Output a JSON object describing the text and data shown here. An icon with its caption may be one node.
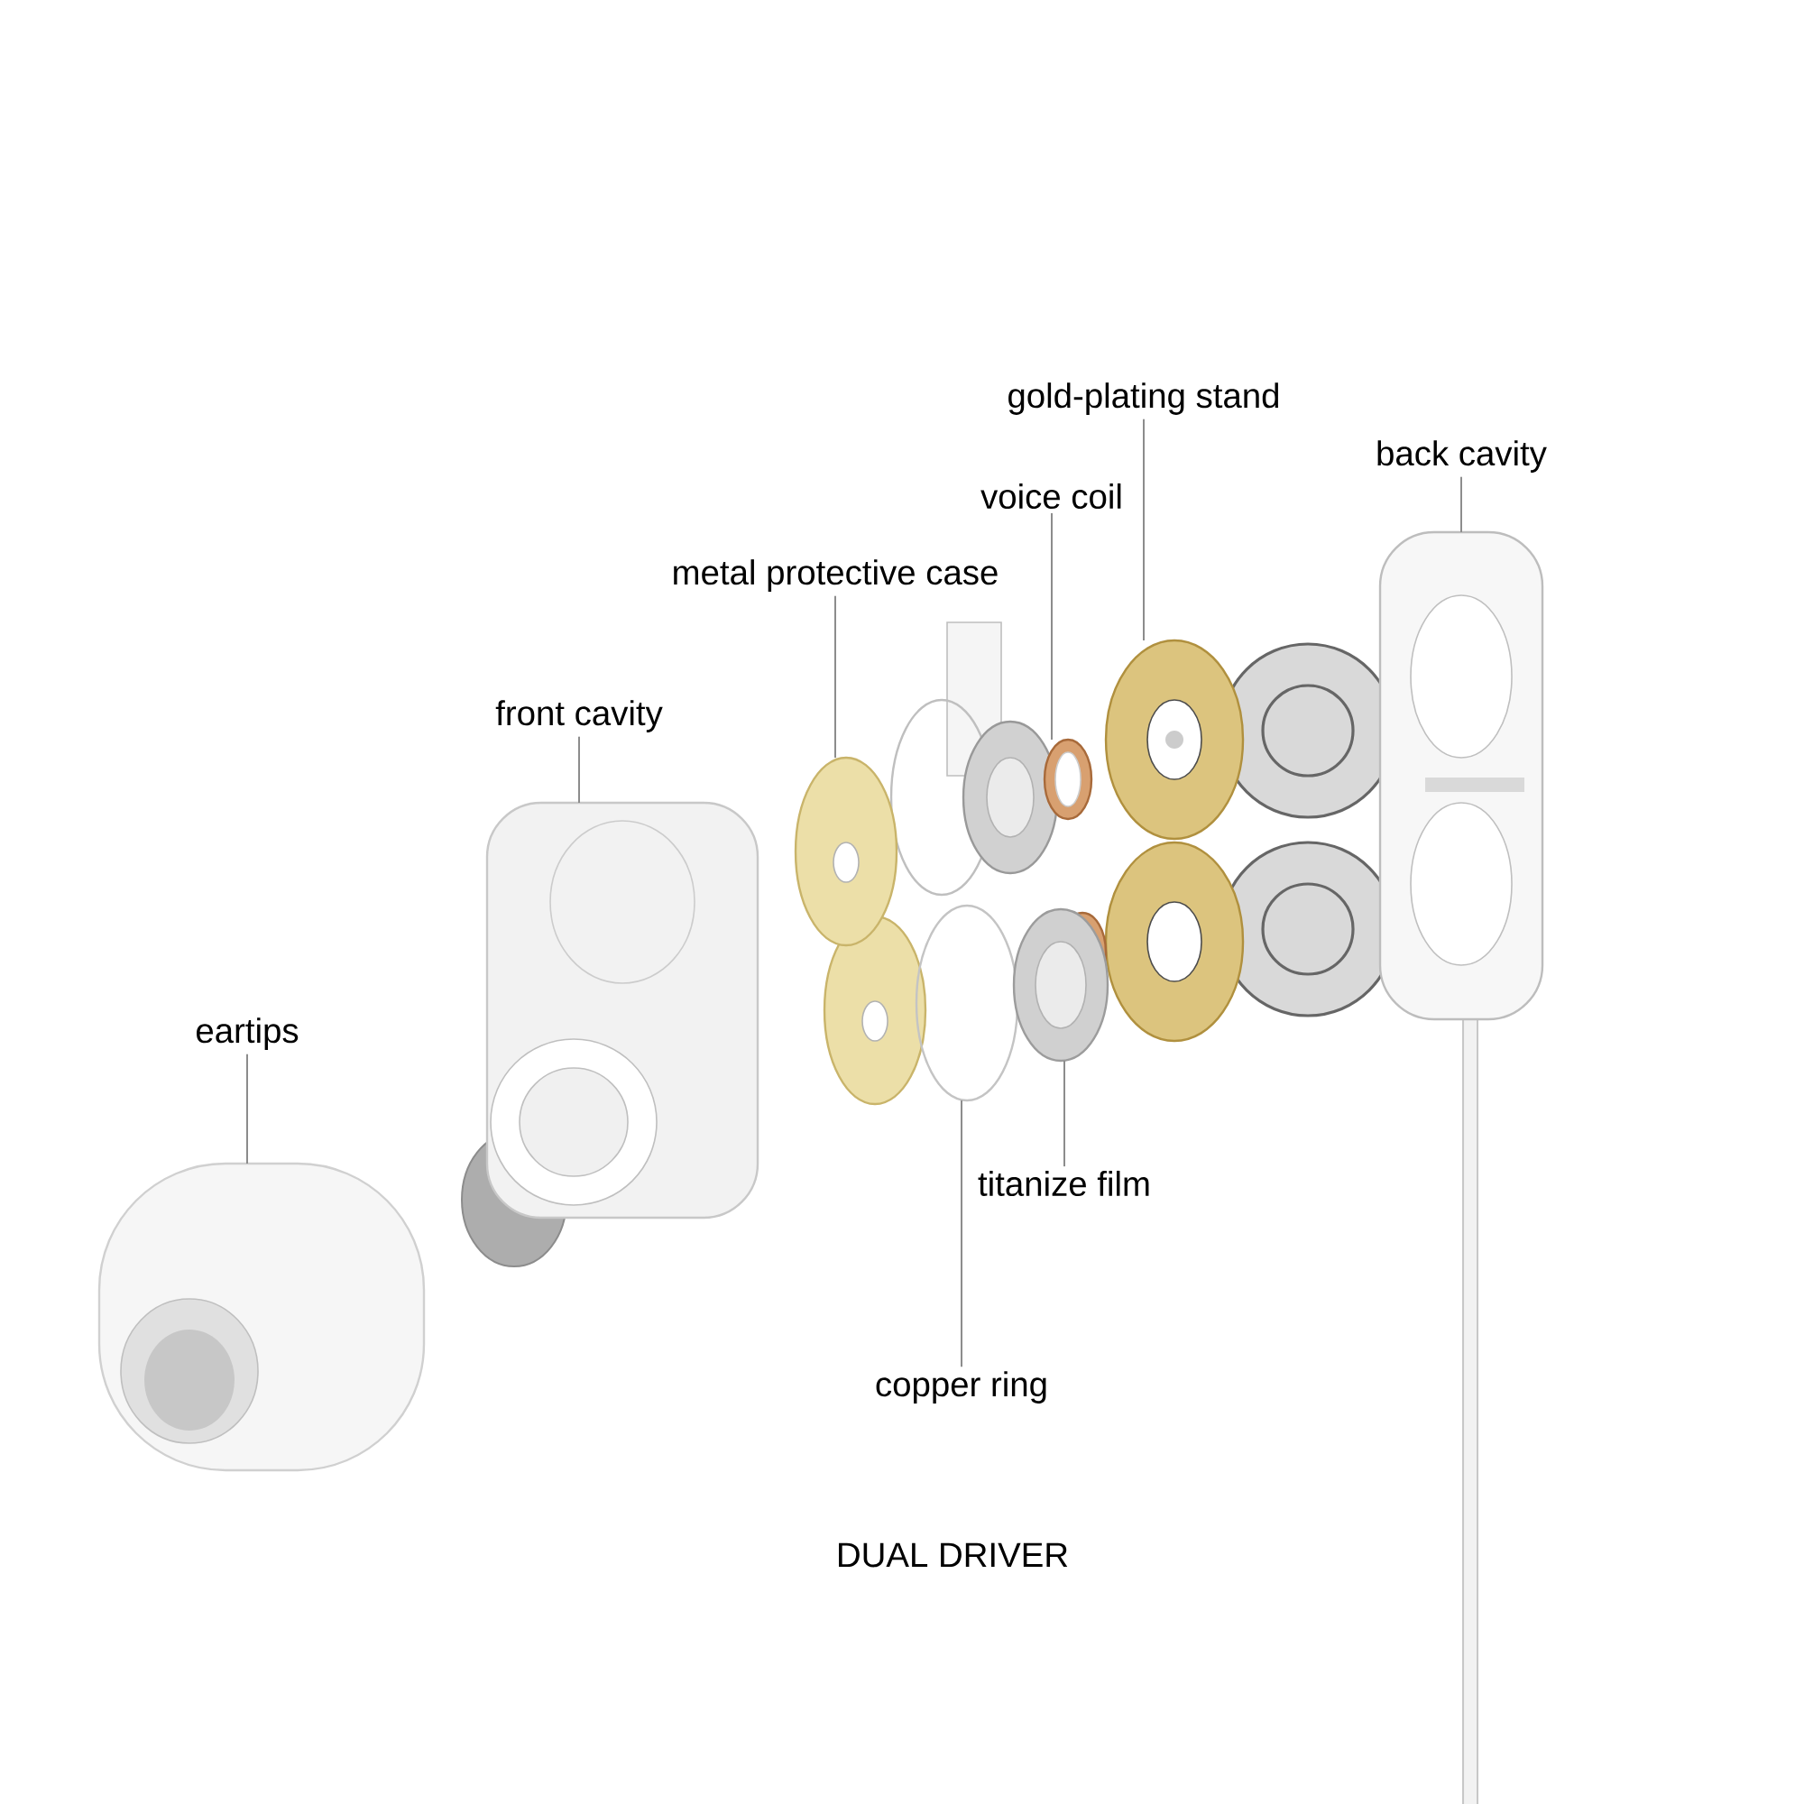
{
  "diagram": {
    "nodes": [
      {
        "text": [
          "gold-plating stand"
        ]
      },
      {
        "text": [
          "back cavity"
        ]
      },
      {
        "text": [
          "voice coil"
        ]
      },
      {
        "text": [
          "metal protective case"
        ]
      },
      {
        "text": [
          "front cavity"
        ]
      },
      {
        "text": [
          "eartips"
        ]
      },
      {
        "text": [
          "titanize film"
        ]
      },
      {
        "text": [
          "copper ring"
        ]
      },
      {
        "text": [],
        "shape": "picture"
      },
      {
        "text": [],
        "shape": "picture"
      },
      {
        "text": [],
        "shape": "picture"
      },
      {
        "text": [],
        "shape": "picture"
      },
      {
        "text": [],
        "shape": "picture"
      },
      {
        "text": [],
        "shape": "picture"
      },
      {
        "text": [],
        "shape": "picture"
      },
      {
        "text": [],
        "shape": "picture"
      }
    ],
    "edges": [
      {
        "from": 0,
        "to": 8,
        "arrow": "none"
      },
      {
        "from": 1,
        "to": 9,
        "arrow": "none"
      },
      {
        "from": 2,
        "to": 10,
        "arrow": "none"
      },
      {
        "from": 3,
        "to": 11,
        "arrow": "none"
      },
      {
        "from": 4,
        "to": 12,
        "arrow": "none"
      },
      {
        "from": 5,
        "to": 13,
        "arrow": "none"
      },
      {
        "from": 6,
        "to": 14,
        "arrow": "none"
      },
      {
        "from": 7,
        "to": 15,
        "arrow": "none"
      }
    ],
    "labels": [
      "DUAL DRIVER"
    ]
  }
}
